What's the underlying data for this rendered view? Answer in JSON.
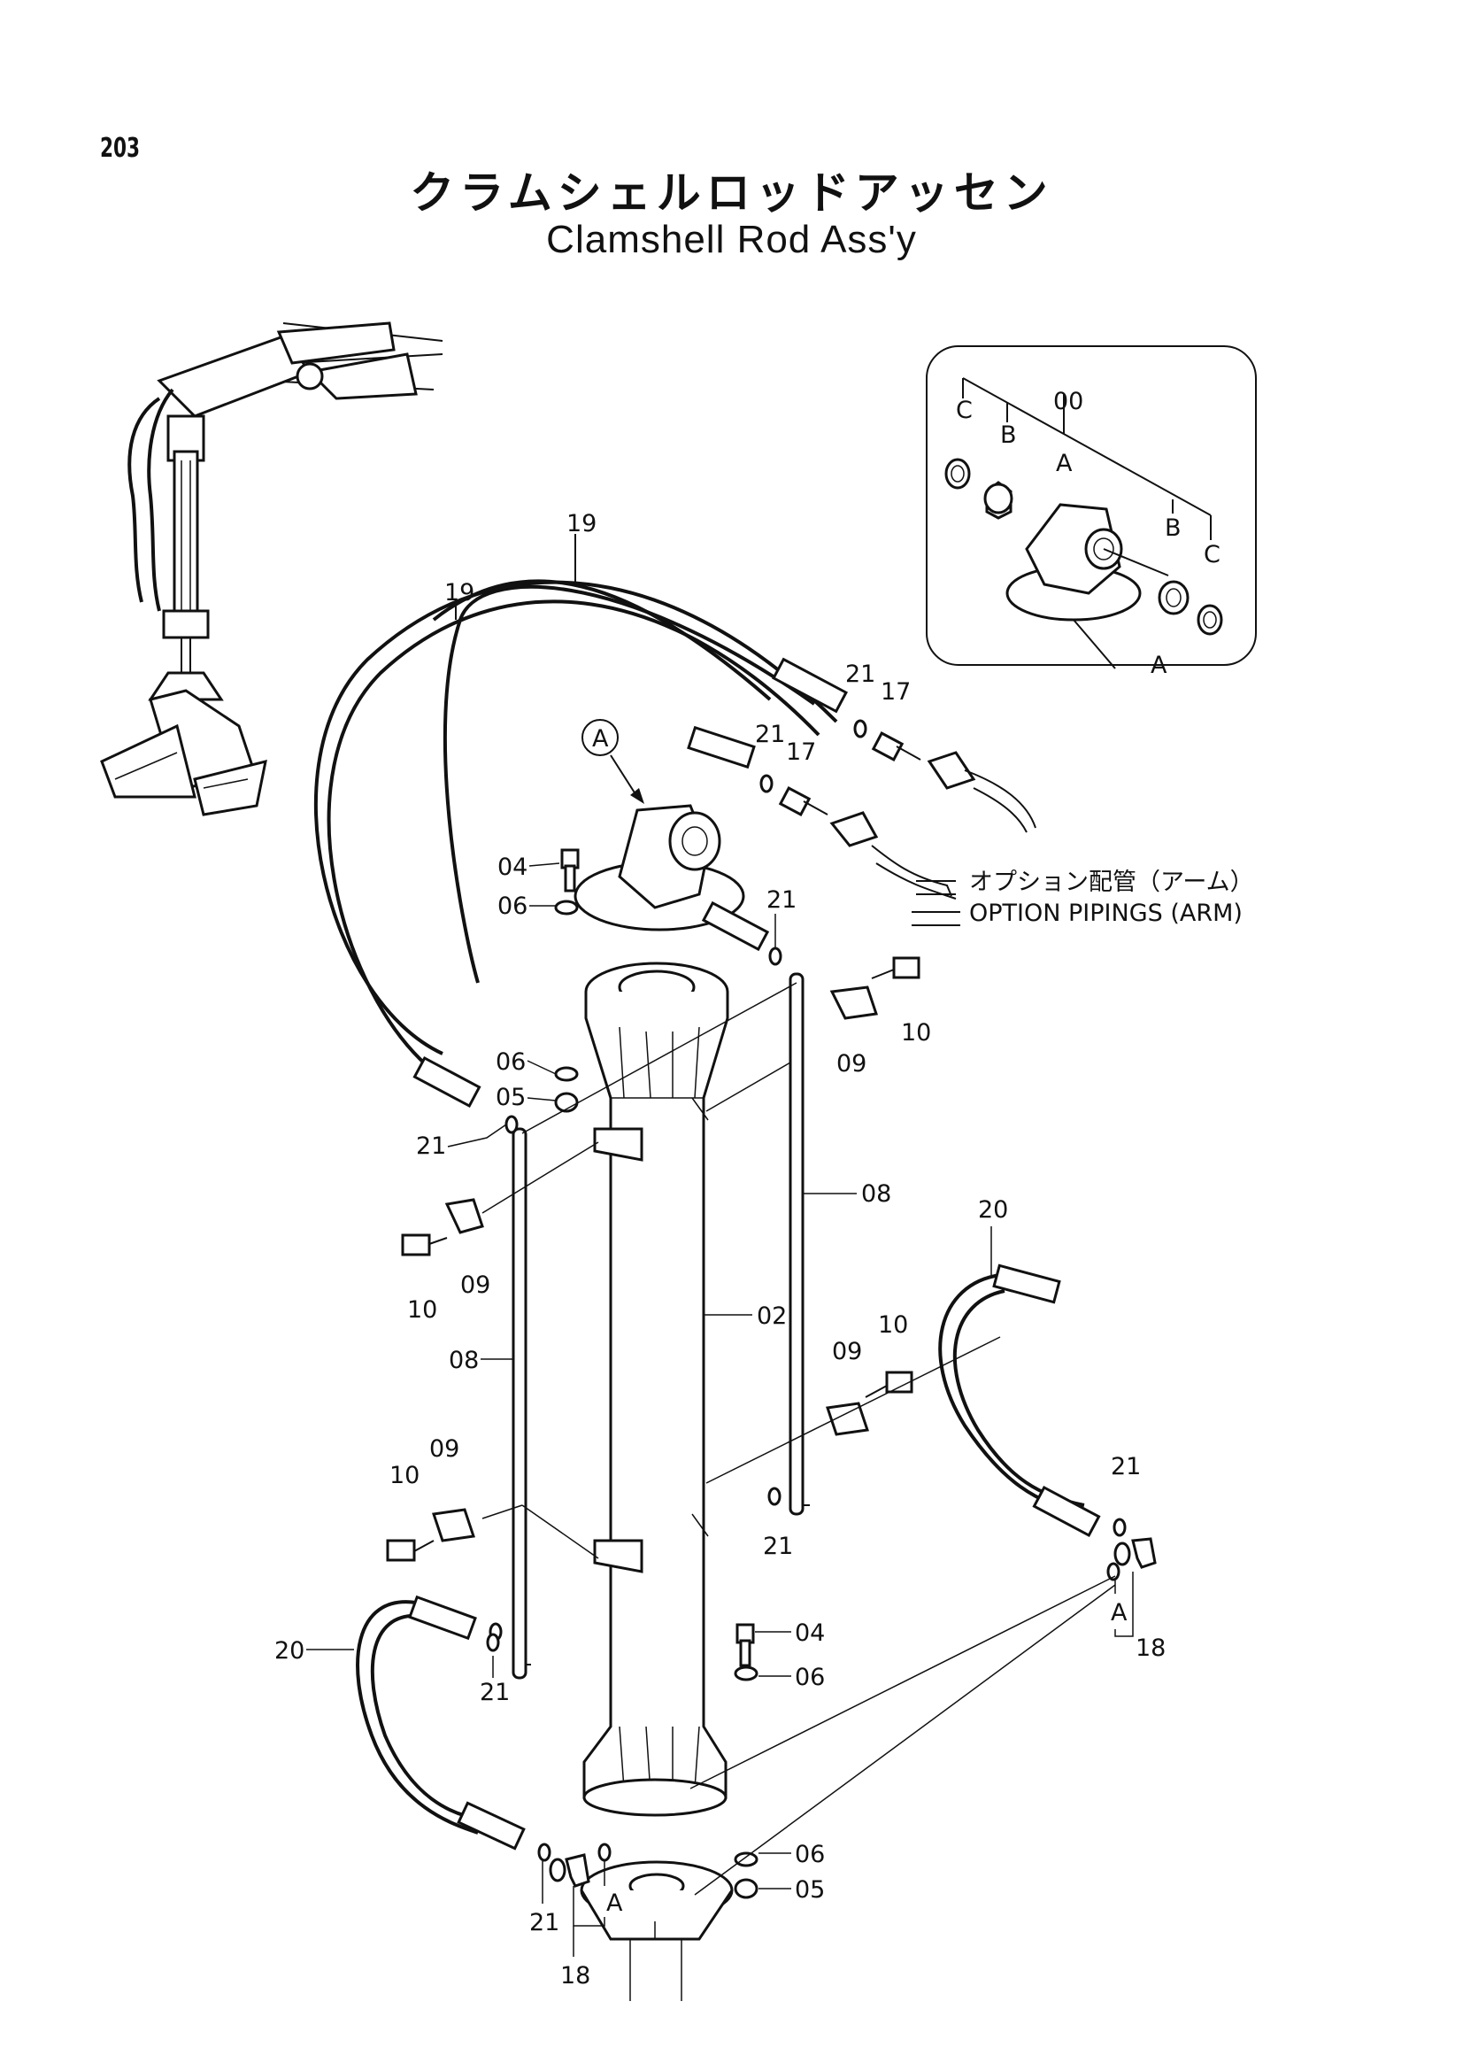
{
  "page_number": "203",
  "title_jp": "クラムシェルロッドアッセン",
  "title_en": "Clamshell Rod Ass'y",
  "detail": {
    "assembly": "00",
    "callout": "A",
    "items": [
      "C",
      "B",
      "A",
      "B",
      "C"
    ],
    "ref": "A"
  },
  "option_pipings": {
    "jp": "オプション配管（アーム）",
    "en": "OPTION PIPINGS (ARM)"
  },
  "parts": {
    "p02": "02",
    "p04": "04",
    "p05": "05",
    "p06": "06",
    "p08": "08",
    "p09": "09",
    "p10": "10",
    "p17": "17",
    "p18": "18",
    "p19": "19",
    "p20": "20",
    "p21": "21",
    "pA": "A"
  }
}
